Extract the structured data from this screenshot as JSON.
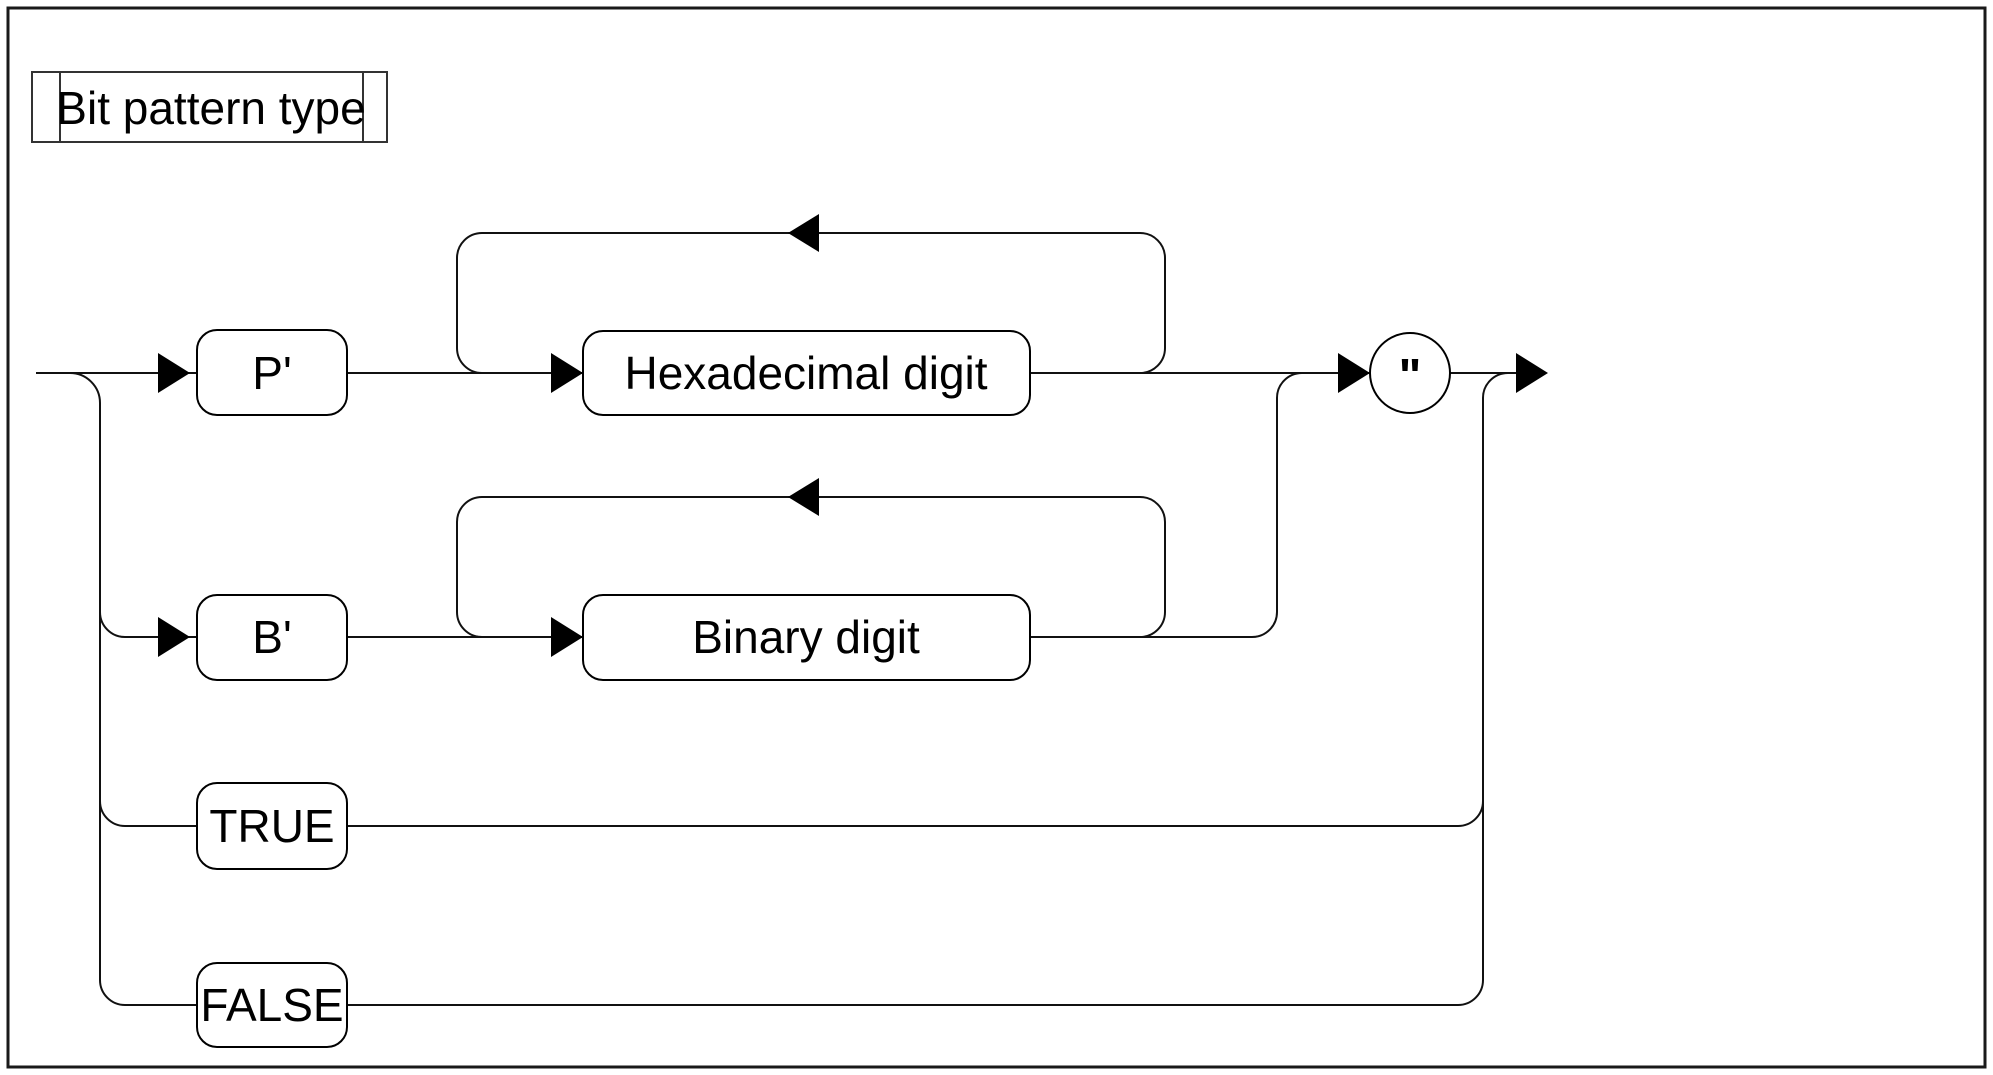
{
  "diagram": {
    "title": "Bit pattern type",
    "terminals": {
      "p_prefix": "P'",
      "b_prefix": "B'",
      "true_literal": "TRUE",
      "false_literal": "FALSE",
      "closing_quote": "\""
    },
    "nonterminals": {
      "hex_digit": "Hexadecimal digit",
      "binary_digit": "Binary digit"
    },
    "colors": {
      "line": "#111111",
      "box_stroke": "#000000",
      "background": "#ffffff",
      "arrow_fill": "#000000"
    },
    "structure": {
      "branches": [
        "P' followed by one or more Hexadecimal digit, then \"",
        "B' followed by one or more Binary digit, then \"",
        "TRUE",
        "FALSE"
      ]
    }
  }
}
